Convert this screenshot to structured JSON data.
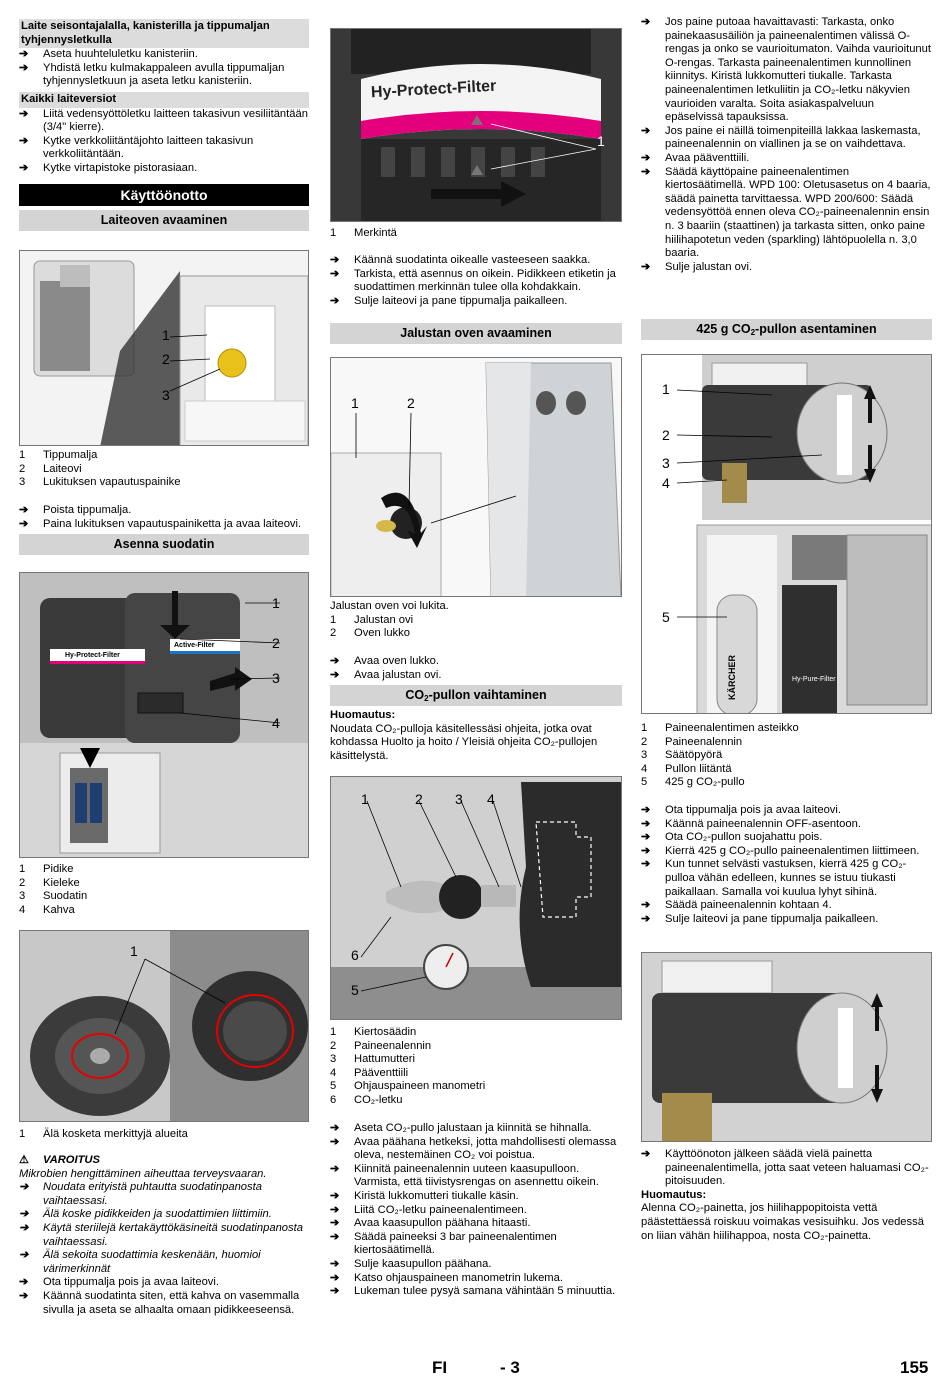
{
  "col1": {
    "h_storage": "Laite seisontajalalla, kanisterilla ja tippumaljan tyhjennysletkulla",
    "storage_steps": [
      "Aseta huuhteluletku kanisteriin.",
      "Yhdistä letku kulmakappaleen avulla tippumaljan tyhjennysletkuun ja aseta letku kanisteriin."
    ],
    "h_all": "Kaikki laiteversiot",
    "all_steps": [
      "Liitä vedensyöttöletku laitteen takasivun vesiliitäntään (3/4\" kierre).",
      "Kytke verkkoliitäntäjohto laitteen takasivun verkkoliitäntään.",
      "Kytke virtapistoke pistorasiaan."
    ],
    "h_startup": "Käyttöönotto",
    "h_door": "Laiteoven avaaminen",
    "door_legend": [
      {
        "n": "1",
        "t": "Tippumalja"
      },
      {
        "n": "2",
        "t": "Laiteovi"
      },
      {
        "n": "3",
        "t": "Lukituksen vapautuspainike"
      }
    ],
    "door_steps": [
      "Poista tippumalja.",
      "Paina lukituksen vapautuspainiketta ja avaa laiteovi."
    ],
    "h_filter": "Asenna suodatin",
    "filter_legend": [
      {
        "n": "1",
        "t": "Pidike"
      },
      {
        "n": "2",
        "t": "Kieleke"
      },
      {
        "n": "3",
        "t": "Suodatin"
      },
      {
        "n": "4",
        "t": "Kahva"
      }
    ],
    "filter2_legend": [
      {
        "n": "1",
        "t": "Älä kosketa merkittyjä alueita"
      }
    ],
    "warn_title": "VAROITUS",
    "warn_text": "Mikrobien hengittäminen aiheuttaa terveysvaaran.",
    "warn_steps": [
      "Noudata erityistä puhtautta suodatinpanosta vaihtaessasi.",
      "Älä koske pidikkeiden ja suodattimien liittimiin.",
      "Käytä steriilejä kertakäyttökäsineitä suodatinpanosta vaihtaessasi.",
      "Älä sekoita suodattimia keskenään, huomioi värimerkinnät"
    ],
    "final_steps": [
      "Ota tippumalja pois ja avaa laiteovi.",
      "Käännä suodatinta siten, että kahva on vasemmalla sivulla ja aseta se alhaalta omaan pidikkeeseensä."
    ]
  },
  "col2": {
    "fig1_label": "Hy-Protect-Filter",
    "fig1_legend": [
      {
        "n": "1",
        "t": "Merkintä"
      }
    ],
    "fig1_steps": [
      "Käännä suodatinta oikealle vasteeseen saakka.",
      "Tarkista, että asennus on oikein. Pidikkeen etiketin ja suodattimen merkinnän tulee olla kohdakkain.",
      "Sulje laiteovi ja pane tippumalja paikalleen."
    ],
    "h_stand": "Jalustan oven avaaminen",
    "stand_caption": "Jalustan oven voi lukita.",
    "stand_legend": [
      {
        "n": "1",
        "t": "Jalustan ovi"
      },
      {
        "n": "2",
        "t": "Oven lukko"
      }
    ],
    "stand_steps": [
      "Avaa oven lukko.",
      "Avaa jalustan ovi."
    ],
    "h_co2_a": "CO",
    "h_co2_sub": "2",
    "h_co2_b": "-pullon vaihtaminen",
    "note_label": "Huomautus:",
    "note_text": "Noudata CO₂-pulloja käsitellessäsi ohjeita, jotka ovat kohdassa Huolto ja hoito / Yleisiä ohjeita CO₂-pullojen käsittelystä.",
    "co2_legend": [
      {
        "n": "1",
        "t": "Kiertosäädin"
      },
      {
        "n": "2",
        "t": "Paineenalennin"
      },
      {
        "n": "3",
        "t": "Hattumutteri"
      },
      {
        "n": "4",
        "t": "Pääventtiili"
      },
      {
        "n": "5",
        "t": "Ohjauspaineen manometri"
      },
      {
        "n": "6",
        "t": "CO₂-letku"
      }
    ],
    "co2_steps": [
      "Aseta CO₂-pullo jalustaan ja kiinnitä se hihnalla.",
      "Avaa päähana hetkeksi, jotta mahdollisesti olemassa oleva, nestemäinen CO₂ voi poistua.",
      "Kiinnitä paineenalennin uuteen kaasupulloon. Varmista, että tiivistysrengas on asennettu oikein.",
      "Kiristä lukkomutteri tiukalle käsin.",
      "Liitä CO₂-letku paineenalentimeen.",
      "Avaa kaasupullon päähana hitaasti.",
      "Säädä paineeksi 3 bar paineenalentimen kiertosäätimellä.",
      "Sulje kaasupullon päähana.",
      "Katso ohjauspaineen manometrin lukema.",
      "Lukeman tulee pysyä samana vähintään 5 minuuttia."
    ]
  },
  "col3": {
    "top_steps": [
      "Jos paine putoaa havaittavasti: Tarkasta, onko painekaasusäiliön ja paineenalentimen välissä O-rengas ja onko se vaurioitumaton. Vaihda vaurioitunut O-rengas. Tarkasta paineenalentimen kunnollinen kiinnitys. Kiristä lukkomutteri tiukalle. Tarkasta paineenalentimen letkuliitin ja CO₂-letku näkyvien vaurioiden varalta. Soita asiakaspalveluun epäselvissä tapauksissa.",
      "Jos paine ei näillä toimenpiteillä lakkaa laskemasta, paineenalennin on viallinen ja se on vaihdettava.",
      "Avaa pääventtiili.",
      "Säädä käyttöpaine paineenalentimen kiertosäätimellä. WPD 100: Oletusasetus on 4 baaria, säädä painetta tarvittaessa. WPD 200/600: Säädä vedensyöttöä ennen oleva CO₂-paineenalennin ensin n. 3 baariin (staattinen) ja tarkasta sitten, onko paine hiilihapotetun veden (sparkling) lähtöpuolella n. 3,0 baaria.",
      "Sulje jalustan ovi."
    ],
    "h_mount_a": "425 g CO",
    "h_mount_sub": "2",
    "h_mount_b": "-pullon asentaminen",
    "mount_legend": [
      {
        "n": "1",
        "t": "Paineenalentimen asteikko"
      },
      {
        "n": "2",
        "t": "Paineenalennin"
      },
      {
        "n": "3",
        "t": "Säätöpyörä"
      },
      {
        "n": "4",
        "t": "Pullon liitäntä"
      },
      {
        "n": "5",
        "t": "425 g CO₂-pullo"
      }
    ],
    "mount_steps": [
      "Ota tippumalja pois ja avaa laiteovi.",
      "Käännä paineenalennin OFF-asentoon.",
      "Ota CO₂-pullon suojahattu pois.",
      "Kierrä 425 g CO₂-pullo paineenalentimen liittimeen.",
      "Kun tunnet selvästi vastuksen, kierrä 425 g CO₂-pulloa vähän edelleen, kunnes se istuu tiukasti paikallaan. Samalla voi kuulua lyhyt sihinä.",
      "Säädä paineenalennin kohtaan 4.",
      "Sulje laiteovi ja pane tippumalja paikalleen."
    ],
    "after_steps": [
      "Käyttöönoton jälkeen säädä vielä painetta paineenalentimella, jotta saat veteen haluamasi CO₂-pitoisuuden."
    ],
    "note_label": "Huomautus:",
    "note_text": "Alenna CO₂-painetta, jos hiilihappopitoista vettä päästettäessä roiskuu voimakas vesisuihku. Jos vedessä on liian vähän hiilihappoa, nosta CO₂-painetta."
  },
  "footer": {
    "lang": "FI",
    "section": "- 3",
    "page": "155"
  },
  "figure_text": {
    "brand": "KÄRCHER",
    "filter_label_1": "Hy-Protect-Filter",
    "filter_label_2": "Active-Filter",
    "bottle_label": "Hy-Pure-Filter"
  },
  "arrow_glyph": "➔"
}
